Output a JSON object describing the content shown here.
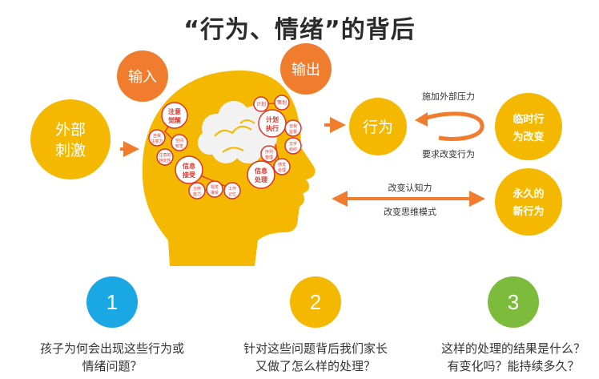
{
  "title": "“行为、情绪”的背后",
  "nodes": {
    "stimulus": [
      "外部",
      "刺激"
    ],
    "input": "输入",
    "output": "输出",
    "behavior": "行为",
    "temp_change": [
      "临时行",
      "为改变"
    ],
    "lasting": [
      "永久的",
      "新行为"
    ]
  },
  "brain_labels": {
    "attention": [
      "注意",
      "觉醒"
    ],
    "info_accept": [
      "信息",
      "接受"
    ],
    "plan_exec": [
      "计划",
      "执行"
    ],
    "info_process": [
      "信息",
      "处理"
    ],
    "small": {
      "self_awareness": [
        "自我",
        "注意力"
      ],
      "plan": "计划",
      "strategy": "策划",
      "self_monitor": [
        "自我",
        "监督"
      ],
      "text_org": [
        "文字",
        "组织"
      ],
      "sequence": [
        "序列",
        "整理"
      ],
      "perception": [
        "感觉",
        "处理"
      ],
      "memory": [
        "工作",
        "记忆"
      ],
      "receive": [
        "视觉",
        "接受"
      ],
      "judge": [
        "空间",
        "知觉"
      ],
      "retain": [
        "注意的",
        "持定性"
      ],
      "sense": [
        "分辨",
        "能力"
      ]
    }
  },
  "arrows": {
    "pressure": "施加外部压力",
    "demand": "要求改变行为",
    "cognition": "改变认知力",
    "thinking": "改变思维模式"
  },
  "steps": [
    {
      "num": "1",
      "color": "#1aa8e4",
      "lines": [
        "孩子为何会出现这些行为或",
        "情绪问题？"
      ]
    },
    {
      "num": "2",
      "color": "#f5b800",
      "lines": [
        "针对这些问题背后我们家长",
        "又做了怎么样的处理？"
      ]
    },
    {
      "num": "3",
      "color": "#7dbb3c",
      "lines": [
        "这样的处理的结果是什么？",
        "有变化吗？能持续多久？"
      ]
    }
  ],
  "colors": {
    "yellow": "#f5b800",
    "orange": "#ef7d2d",
    "red": "#e0322a",
    "cloud": "#f2f2f2"
  }
}
